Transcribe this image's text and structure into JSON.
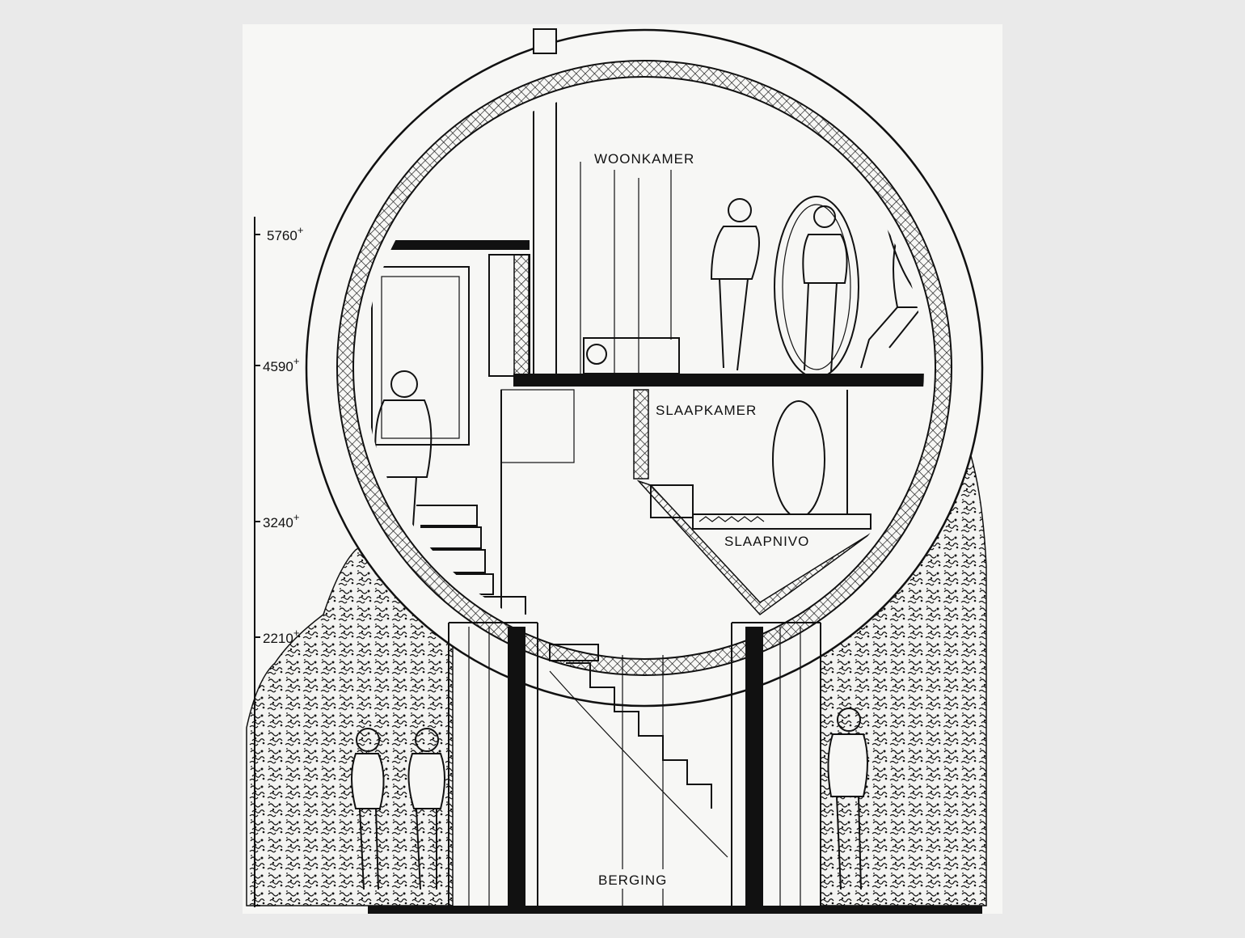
{
  "rooms": {
    "woonkamer": "WOONKAMER",
    "slaapkamer": "SLAAPKAMER",
    "slaapnivo": "SLAAPNIVO",
    "berging": "BERGING"
  },
  "dimensions": [
    {
      "value": "5760",
      "sup": "+"
    },
    {
      "value": "4590",
      "sup": "+"
    },
    {
      "value": "3240",
      "sup": "+"
    },
    {
      "value": "2210",
      "sup": "+"
    }
  ],
  "colors": {
    "background": "#eaeaea",
    "paper": "#f7f7f5",
    "ink": "#111111"
  }
}
